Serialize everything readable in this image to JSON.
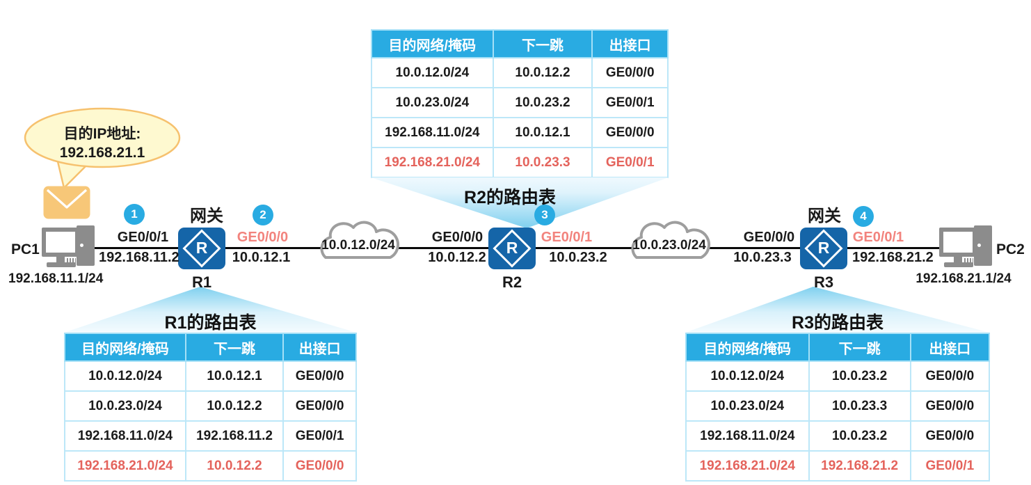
{
  "colors": {
    "table_header_blue": "#29ABE2",
    "table_border_blue": "#BCE7F8",
    "highlight_red": "#E4635C",
    "interface_red": "#F2837D",
    "router_blue": "#1565A8",
    "step_badge_blue": "#29ABE2",
    "callout_blue": "#7FD0EF",
    "envelope_orange": "#F7C778",
    "bubble_yellow": "#FEF9D0",
    "bubble_border_orange": "#F6C16E",
    "pc_gray": "#8C8C8C",
    "cloud_gray": "#9E9E9E"
  },
  "bubble": {
    "line1": "目的IP地址:",
    "line2": "192.168.21.1"
  },
  "topology": {
    "pc1_label": "PC1",
    "pc1_ip": "192.168.11.1/24",
    "pc2_label": "PC2",
    "pc2_ip": "192.168.21.1/24",
    "gateway_left": "网关",
    "gateway_right": "网关",
    "router_letter": "R",
    "r1_label": "R1",
    "r2_label": "R2",
    "r3_label": "R3",
    "cloud1_label": "10.0.12.0/24",
    "cloud2_label": "10.0.23.0/24",
    "step1": "1",
    "step2": "2",
    "step3": "3",
    "step4": "4",
    "links": {
      "l1_iface": "GE0/0/1",
      "l1_ip": "192.168.11.2",
      "l2_iface": "GE0/0/0",
      "l2_ip": "10.0.12.1",
      "l3_iface": "GE0/0/0",
      "l3_ip": "10.0.12.2",
      "l4_iface": "GE0/0/1",
      "l4_ip": "10.0.23.2",
      "l5_iface": "GE0/0/0",
      "l5_ip": "10.0.23.3",
      "l6_iface": "GE0/0/1",
      "l6_ip": "192.168.21.2"
    }
  },
  "tables": {
    "r2": {
      "title": "R2的路由表",
      "headers": [
        "目的网络/掩码",
        "下一跳",
        "出接口"
      ],
      "rows": [
        [
          "10.0.12.0/24",
          "10.0.12.2",
          "GE0/0/0"
        ],
        [
          "10.0.23.0/24",
          "10.0.23.2",
          "GE0/0/1"
        ],
        [
          "192.168.11.0/24",
          "10.0.12.1",
          "GE0/0/0"
        ],
        [
          "192.168.21.0/24",
          "10.0.23.3",
          "GE0/0/1"
        ]
      ]
    },
    "r1": {
      "title": "R1的路由表",
      "headers": [
        "目的网络/掩码",
        "下一跳",
        "出接口"
      ],
      "rows": [
        [
          "10.0.12.0/24",
          "10.0.12.1",
          "GE0/0/0"
        ],
        [
          "10.0.23.0/24",
          "10.0.12.2",
          "GE0/0/0"
        ],
        [
          "192.168.11.0/24",
          "192.168.11.2",
          "GE0/0/1"
        ],
        [
          "192.168.21.0/24",
          "10.0.12.2",
          "GE0/0/0"
        ]
      ]
    },
    "r3": {
      "title": "R3的路由表",
      "headers": [
        "目的网络/掩码",
        "下一跳",
        "出接口"
      ],
      "rows": [
        [
          "10.0.12.0/24",
          "10.0.23.2",
          "GE0/0/0"
        ],
        [
          "10.0.23.0/24",
          "10.0.23.3",
          "GE0/0/0"
        ],
        [
          "192.168.11.0/24",
          "10.0.23.2",
          "GE0/0/0"
        ],
        [
          "192.168.21.0/24",
          "192.168.21.2",
          "GE0/0/1"
        ]
      ]
    }
  }
}
